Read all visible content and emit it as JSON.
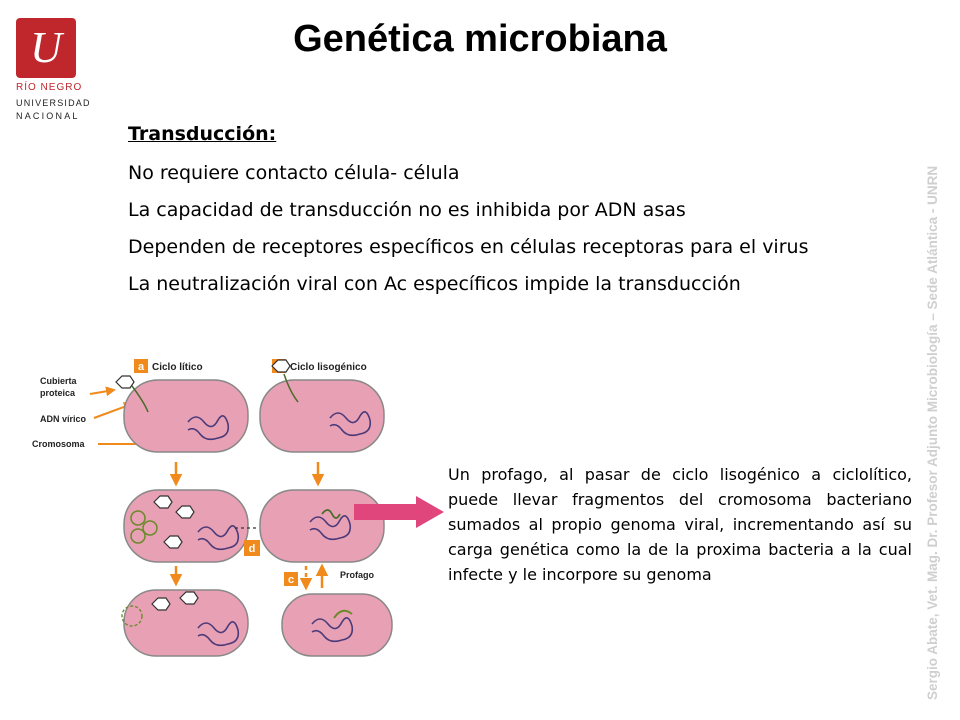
{
  "logo": {
    "mark_text": "U",
    "line1": "RÍO NEGRO",
    "line2": "UNIVERSIDAD",
    "line3": "NACIONAL"
  },
  "title": "Genética microbiana",
  "side_credit": "Sergio Abate, Vet. Mag. Dr.  Profesor Adjunto Microbiología – Sede Atlántica - UNRN",
  "section": {
    "subtitle": "Transducción:",
    "bullets": [
      "No requiere contacto célula- célula",
      "La capacidad de transducción no es inhibida por ADN asas",
      "Dependen de receptores específicos en células receptoras para el virus",
      "La neutralización viral con Ac específicos impide la transducción"
    ]
  },
  "figure": {
    "panel_a_letter": "a",
    "panel_a_title": "Ciclo lítico",
    "panel_b_letter": "b",
    "panel_b_title": "Ciclo lisogénico",
    "label_capsid_1": "Cubierta",
    "label_capsid_2": "proteica",
    "label_dna": "ADN vírico",
    "label_chromosome": "Cromosoma",
    "letter_c": "c",
    "letter_d": "d",
    "label_prophage": "Profago"
  },
  "description": "Un profago, al pasar de ciclo lisogénico a ciclolítico, puede llevar fragmentos del cromosoma bacteriano sumados al propio genoma viral, incrementando así su carga genética como la de la proxima bacteria a la cual infecte y le incorpore su genoma",
  "colors": {
    "brand_red": "#c0272d",
    "cell_fill": "#e8a0b4",
    "orange": "#f08a1c",
    "pointer_arrow": "#e0457b"
  }
}
